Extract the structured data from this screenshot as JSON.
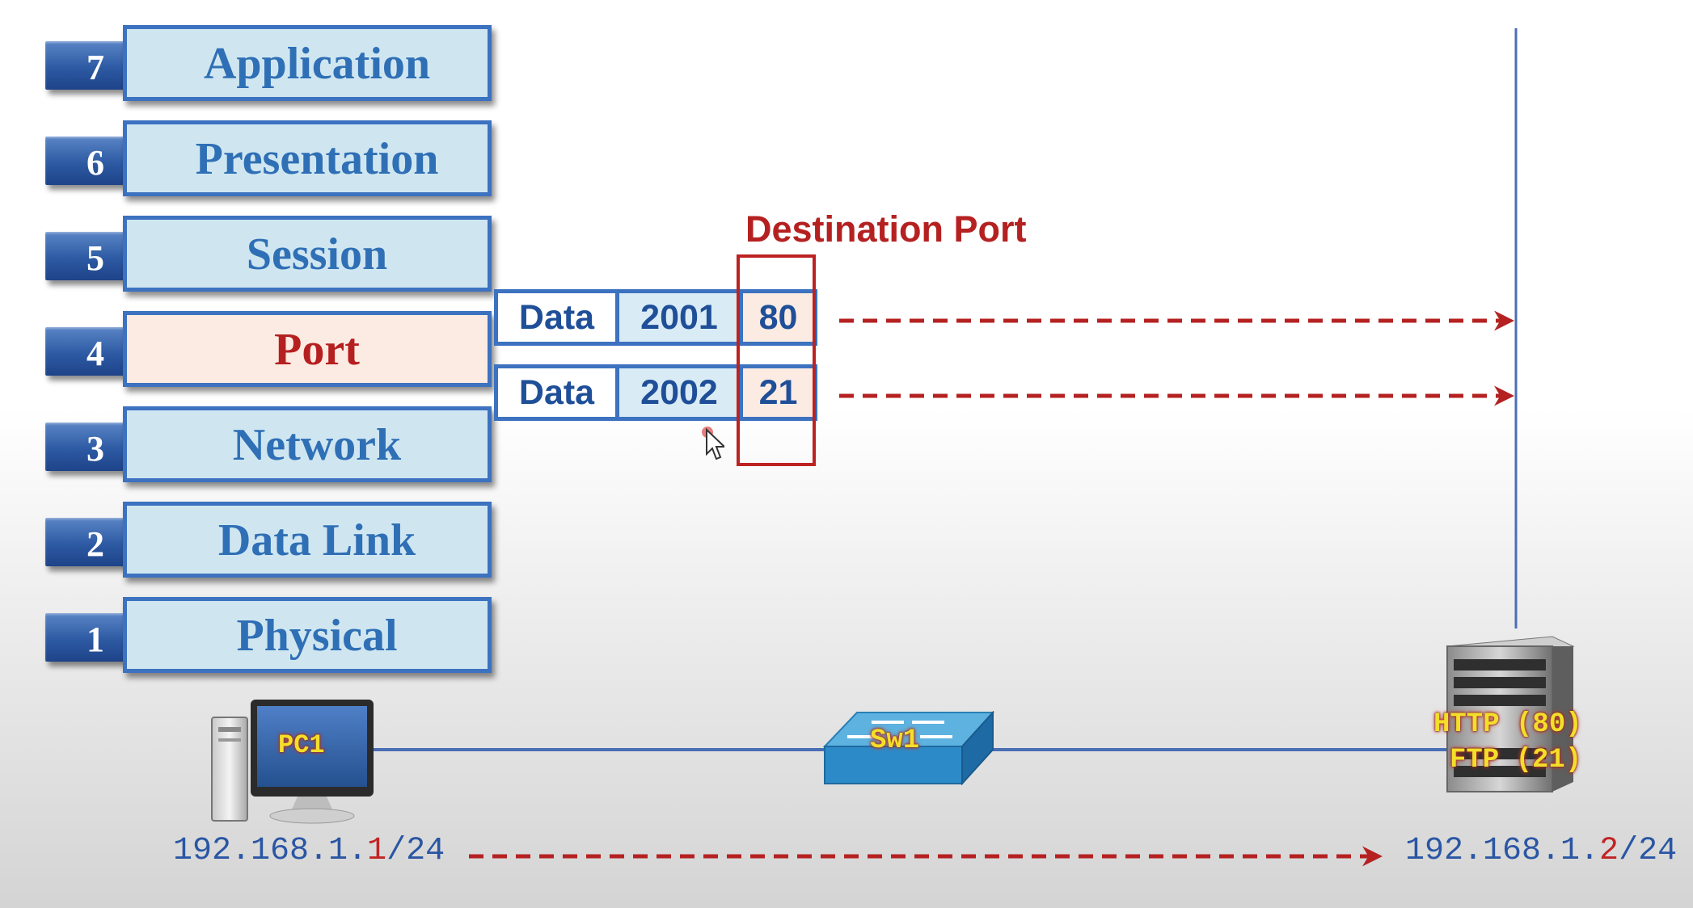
{
  "osi_layers": [
    {
      "number": "7",
      "name": "Application"
    },
    {
      "number": "6",
      "name": "Presentation"
    },
    {
      "number": "5",
      "name": "Session"
    },
    {
      "number": "4",
      "name": "Port"
    },
    {
      "number": "3",
      "name": "Network"
    },
    {
      "number": "2",
      "name": "Data Link"
    },
    {
      "number": "1",
      "name": "Physical"
    }
  ],
  "destination_label": "Destination Port",
  "segments": [
    {
      "data": "Data",
      "source_port": "2001",
      "destination_port": "80"
    },
    {
      "data": "Data",
      "source_port": "2002",
      "destination_port": "21"
    }
  ],
  "devices": {
    "pc": {
      "name": "PC1",
      "ip_prefix": "192.168.1.",
      "ip_host": "1",
      "ip_suffix": "/24"
    },
    "switch": {
      "name": "Sw1"
    },
    "server": {
      "services": [
        "HTTP (80)",
        "FTP (21)"
      ],
      "ip_prefix": "192.168.1.",
      "ip_host": "2",
      "ip_suffix": "/24"
    }
  },
  "colors": {
    "accent_red": "#b52121",
    "layer_blue": "#2f6fb5",
    "box_border": "#3c72c0"
  },
  "icons": [
    "desktop-pc-icon",
    "network-switch-icon",
    "rack-server-icon",
    "mouse-cursor-icon"
  ]
}
